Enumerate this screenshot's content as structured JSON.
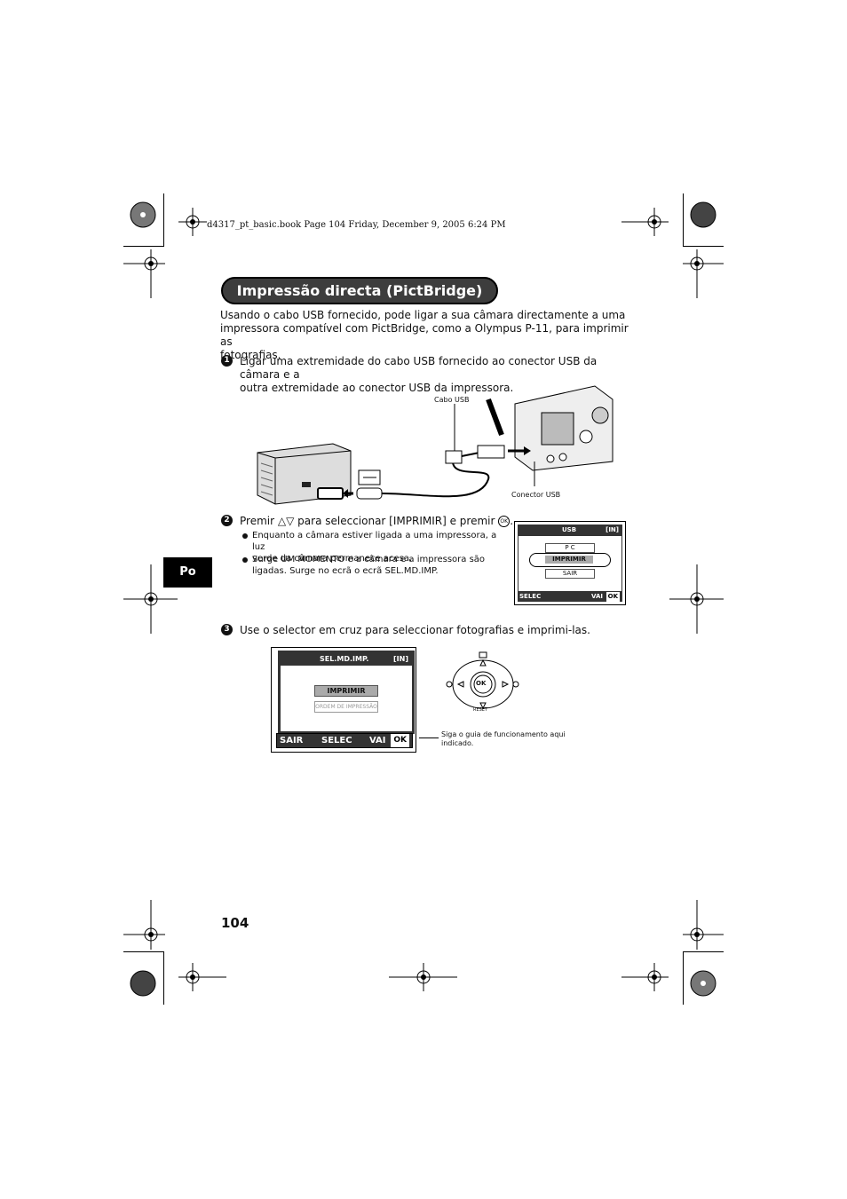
{
  "header": {
    "book_info": "d4317_pt_basic.book  Page 104  Friday, December 9, 2005  6:24 PM"
  },
  "title": "Impressão directa (PictBridge)",
  "intro": [
    "Usando o cabo USB fornecido, pode ligar a sua câmara directamente a uma",
    "impressora compatível com PictBridge, como a Olympus P-11, para imprimir as",
    "fotografias."
  ],
  "steps": {
    "step1": {
      "num": "1",
      "lines": [
        "Ligar uma extremidade do cabo USB fornecido ao conector USB da câmara e a",
        "outra extremidade ao conector USB da impressora."
      ]
    },
    "step2": {
      "num": "2",
      "text_before": "Premir",
      "text_after": "para seleccionar [IMPRIMIR] e premir",
      "bullets": [
        [
          "Enquanto a câmara estiver ligada a uma impressora, a luz",
          "verde da câmara permanece acesa."
        ],
        [
          "Surge UM MOMENTO e a câmara e a impressora são",
          "ligadas. Surge no ecrã o ecrã SEL.MD.IMP."
        ]
      ]
    },
    "step3": {
      "num": "3",
      "text": "Use o selector em cruz para seleccionar fotografias e imprimi-las."
    }
  },
  "figure1": {
    "cable_label": "Cabo USB",
    "connector_label": "Conector USB"
  },
  "usb_screen": {
    "title": "USB",
    "memory": "[IN]",
    "items": [
      "P C",
      "IMPRIMIR",
      "SAIR"
    ],
    "footer_left": "SELEC",
    "footer_right": "VAI",
    "ok": "OK"
  },
  "sel_screen": {
    "title": "SEL.MD.IMP.",
    "memory": "[IN]",
    "items": [
      "IMPRIMIR",
      "ORDEM DE IMPRESSÃO"
    ],
    "footer": [
      "SAIR",
      "SELEC",
      "VAI"
    ],
    "ok": "OK"
  },
  "dpad": {
    "center": "OK",
    "reset": "RESET"
  },
  "guide_note": [
    "Siga o guia de funcionamento aqui",
    "indicado."
  ],
  "side_tab": "Po",
  "page_number": "104",
  "colors": {
    "title_bg": "#3d3d3d",
    "lcd_bar": "#333333"
  }
}
